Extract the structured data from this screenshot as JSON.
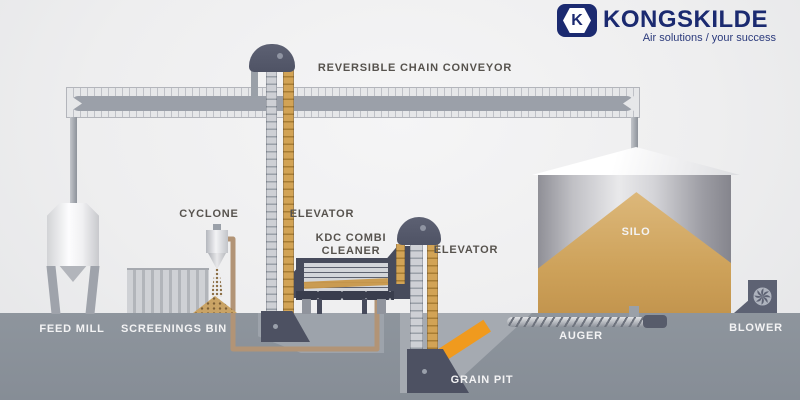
{
  "brand": {
    "logo_letter": "K",
    "name": "KONGSKILDE",
    "tagline": "Air solutions / your success"
  },
  "labels": {
    "reversible_chain_conveyor": "REVERSIBLE CHAIN CONVEYOR",
    "elevator_left": "ELEVATOR",
    "elevator_right": "ELEVATOR",
    "cyclone": "CYCLONE",
    "kdc_combi_cleaner_line1": "KDC COMBI",
    "kdc_combi_cleaner_line2": "CLEANER",
    "feed_mill": "FEED MILL",
    "screenings_bin": "SCREENINGS BIN",
    "grain_pit": "GRAIN PIT",
    "silo": "SILO",
    "auger": "AUGER",
    "blower": "BLOWER"
  },
  "colors": {
    "brand_navy": "#1b2a70",
    "background_gray": "#efeff0",
    "ground_gray": "#8b929b",
    "machine_slate": "#50556a",
    "cleaner_slate": "#474b5c",
    "elevator_tan": "#d2a355",
    "grain_tan": "#cfa45c",
    "chute_orange": "#f09a1e",
    "pipe_tan": "#b29476",
    "label_dark": "#57534e",
    "label_light": "#f3f3f4"
  }
}
